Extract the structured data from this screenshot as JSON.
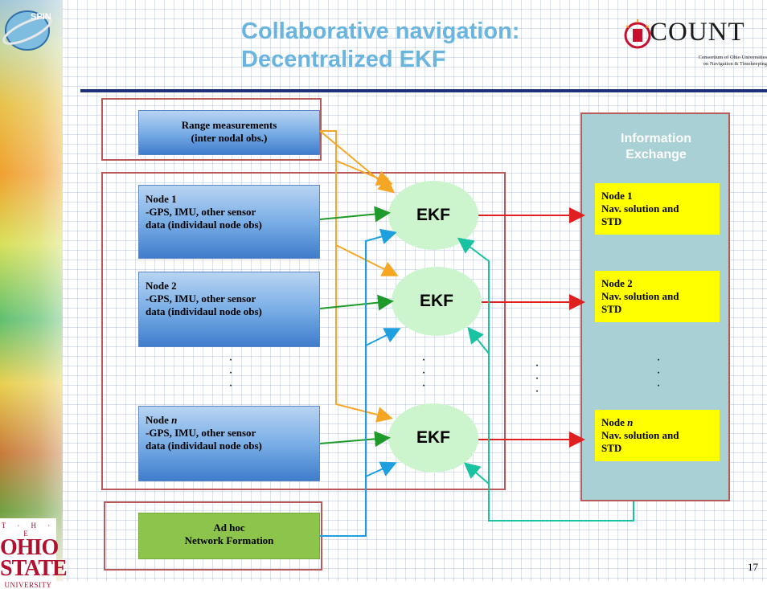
{
  "slide": {
    "title_line1": "Collaborative navigation:",
    "title_line2": "Decentralized EKF",
    "page_number": "17"
  },
  "logos": {
    "count_name": "COUNT",
    "count_sub1": "Consortium of Ohio Universities",
    "count_sub2": "on Navigation & Timekeeping",
    "spin_text": "SPIN",
    "osu_the": "T · H · E",
    "osu_line1": "OHIO",
    "osu_line2": "STATE",
    "osu_uni": "UNIVERSITY"
  },
  "range_box": {
    "line1": "Range measurements",
    "line2": "(inter nodal obs.)"
  },
  "nodes": [
    {
      "line1": "Node 1",
      "line2": "-GPS, IMU, other sensor",
      "line3": "data (individaul node obs)"
    },
    {
      "line1": "Node 2",
      "line2": "-GPS, IMU, other sensor",
      "line3": "data (individaul node obs)"
    },
    {
      "line1": "Node ",
      "line1_italic": "n",
      "line2": "-GPS, IMU, other sensor",
      "line3": "data (individaul node obs)"
    }
  ],
  "ekf_label": "EKF",
  "adhoc": {
    "line1": "Ad hoc",
    "line2": "Network Formation"
  },
  "info_exchange": {
    "title_line1": "Information",
    "title_line2": "Exchange",
    "solutions": [
      {
        "line1": "Node 1",
        "line2": "Nav. solution and",
        "line3": "STD"
      },
      {
        "line1": "Node 2",
        "line2": "Nav. solution and",
        "line3": "STD"
      },
      {
        "line1": "Node ",
        "line1_italic": "n",
        "line2": "Nav. solution and",
        "line3": "STD"
      }
    ]
  },
  "ellipsis": "·",
  "colors": {
    "title": "#6ab5e0",
    "rule": "#1c2f7a",
    "frame": "#b85a5a",
    "orange_arrow": "#f5a623",
    "green_arrow": "#1e9a2a",
    "red_arrow": "#e02020",
    "blue_arrow": "#1ea0e0",
    "teal_arrow": "#19c2a0"
  }
}
